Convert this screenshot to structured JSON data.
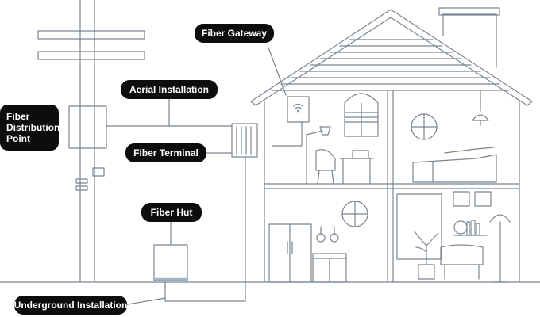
{
  "labels": {
    "fiber_gateway": "Fiber Gateway",
    "aerial_installation": "Aerial Installation",
    "fiber_distribution_point": "Fiber\nDistribution\nPoint",
    "fiber_terminal": "Fiber Terminal",
    "fiber_hut": "Fiber Hut",
    "underground_installation": "Underground Installation"
  },
  "colors": {
    "line": "#7a8590",
    "label_bg": "#0d0d0d",
    "label_text": "#ffffff",
    "fiber_accent": "#9fb7c9"
  }
}
